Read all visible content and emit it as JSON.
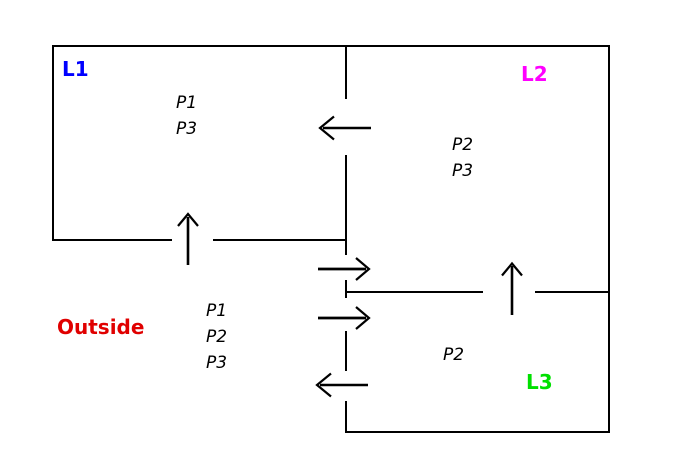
{
  "rooms": [
    {
      "name": "L1",
      "label_color": "#0000ff",
      "occupants": [
        "P1",
        "P3"
      ]
    },
    {
      "name": "L2",
      "label_color": "#ff00ff",
      "occupants": [
        "P2",
        "P3"
      ]
    },
    {
      "name": "L3",
      "label_color": "#00e000",
      "occupants": [
        "P2"
      ]
    },
    {
      "name": "Outside",
      "label_color": "#e00000",
      "occupants": [
        "P1",
        "P2",
        "P3"
      ]
    }
  ],
  "arrows": [
    {
      "direction": "left",
      "from": "L2",
      "to": "L1"
    },
    {
      "direction": "up",
      "from": "Outside",
      "to": "L1"
    },
    {
      "direction": "right",
      "from": "Outside",
      "to": "L2"
    },
    {
      "direction": "right",
      "from": "Outside",
      "to": "L3"
    },
    {
      "direction": "up",
      "from": "L3",
      "to": "L2"
    },
    {
      "direction": "left",
      "from": "L3",
      "to": "Outside"
    }
  ],
  "colors": {
    "wall": "#000000",
    "background": "#ffffff",
    "occupant_text": "#000000"
  }
}
